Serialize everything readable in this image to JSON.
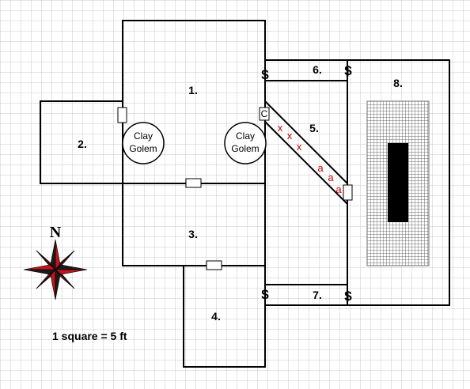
{
  "rooms": {
    "r1": "1.",
    "r2": "2.",
    "r3": "3.",
    "r4": "4.",
    "r5": "5.",
    "r6": "6.",
    "r7": "7.",
    "r8": "8."
  },
  "golems": [
    {
      "line1": "Clay",
      "line2": "Golem"
    },
    {
      "line1": "Clay",
      "line2": "Golem"
    }
  ],
  "door_marker": "C",
  "secret_door_symbol": "$",
  "corridor_marks": {
    "x": "x",
    "a": "a"
  },
  "compass": {
    "north_letter": "N"
  },
  "scale_text": "1 square = 5 ft",
  "colors": {
    "grid": "#c8c8c8",
    "wall": "#000000",
    "mark_red": "#cc0000",
    "compass_red": "#c0141b",
    "compass_dark": "#1a1a1a"
  }
}
